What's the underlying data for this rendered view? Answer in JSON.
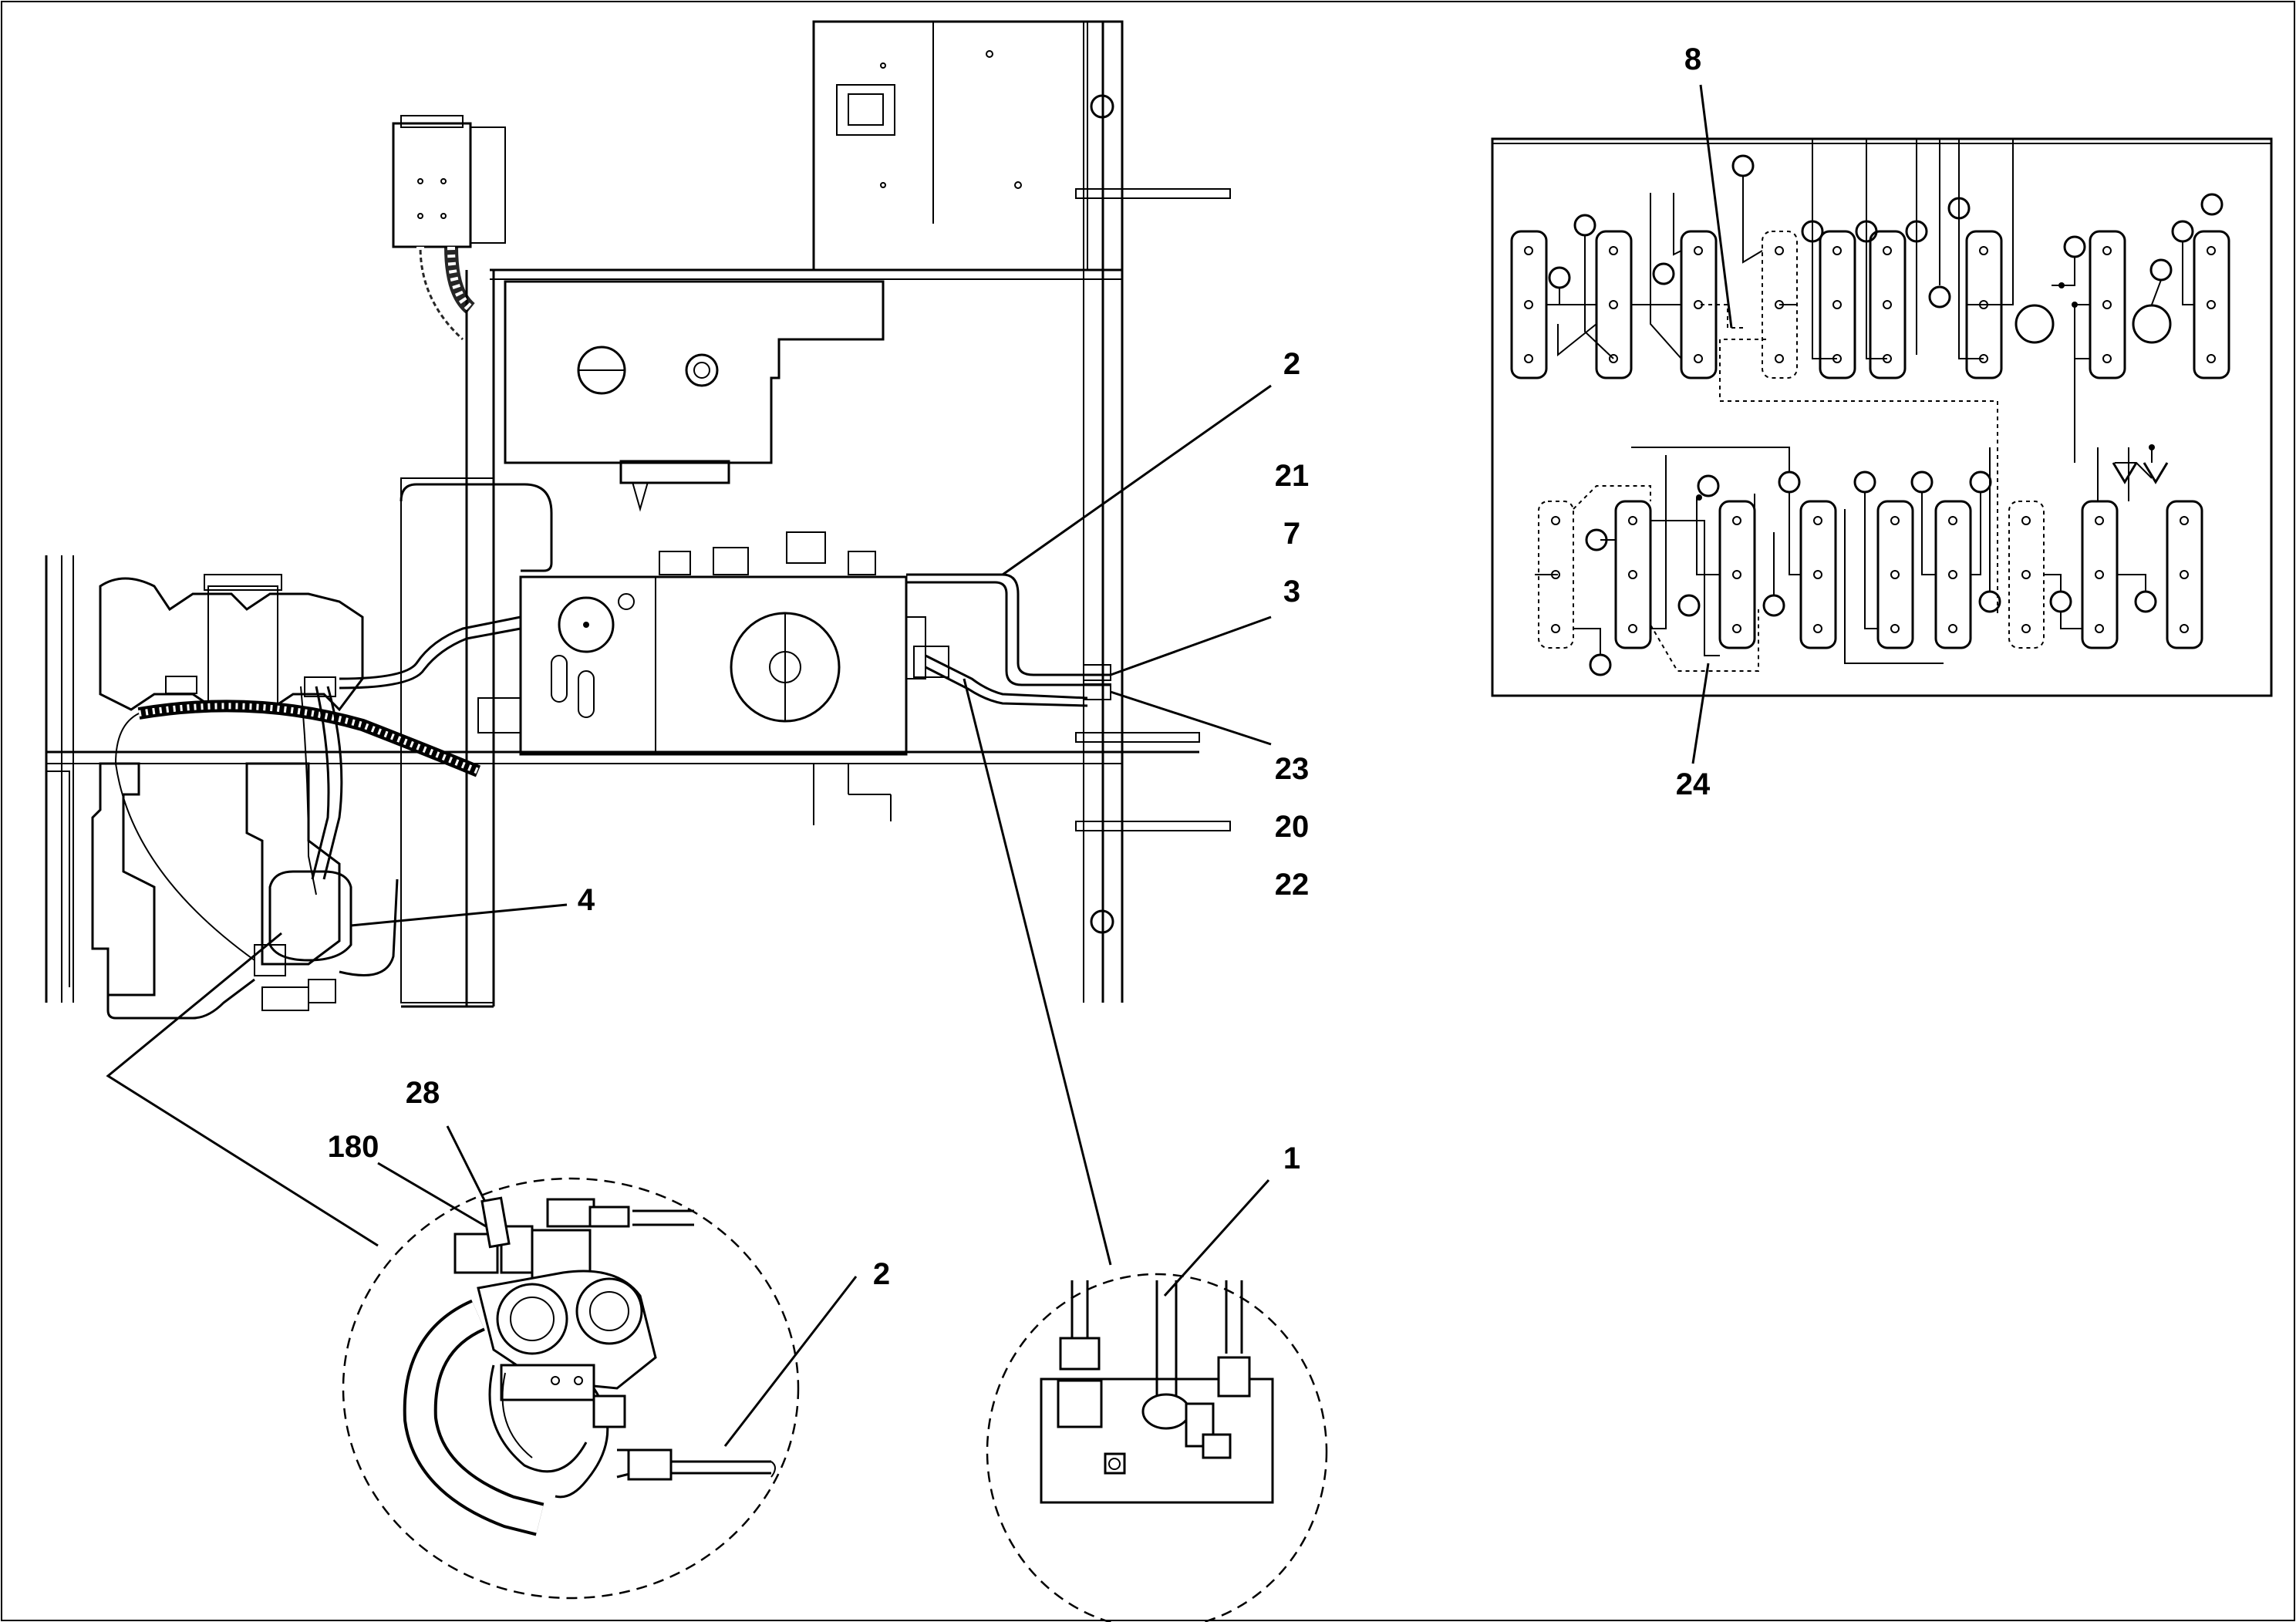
{
  "diagram": {
    "callouts": {
      "c8": "8",
      "c24": "24",
      "c2_top": "2",
      "c21": "21",
      "c7": "7",
      "c3": "3",
      "c23": "23",
      "c20": "20",
      "c22": "22",
      "c4": "4",
      "c28": "28",
      "c180": "180",
      "c2_detail": "2",
      "c1": "1"
    }
  }
}
